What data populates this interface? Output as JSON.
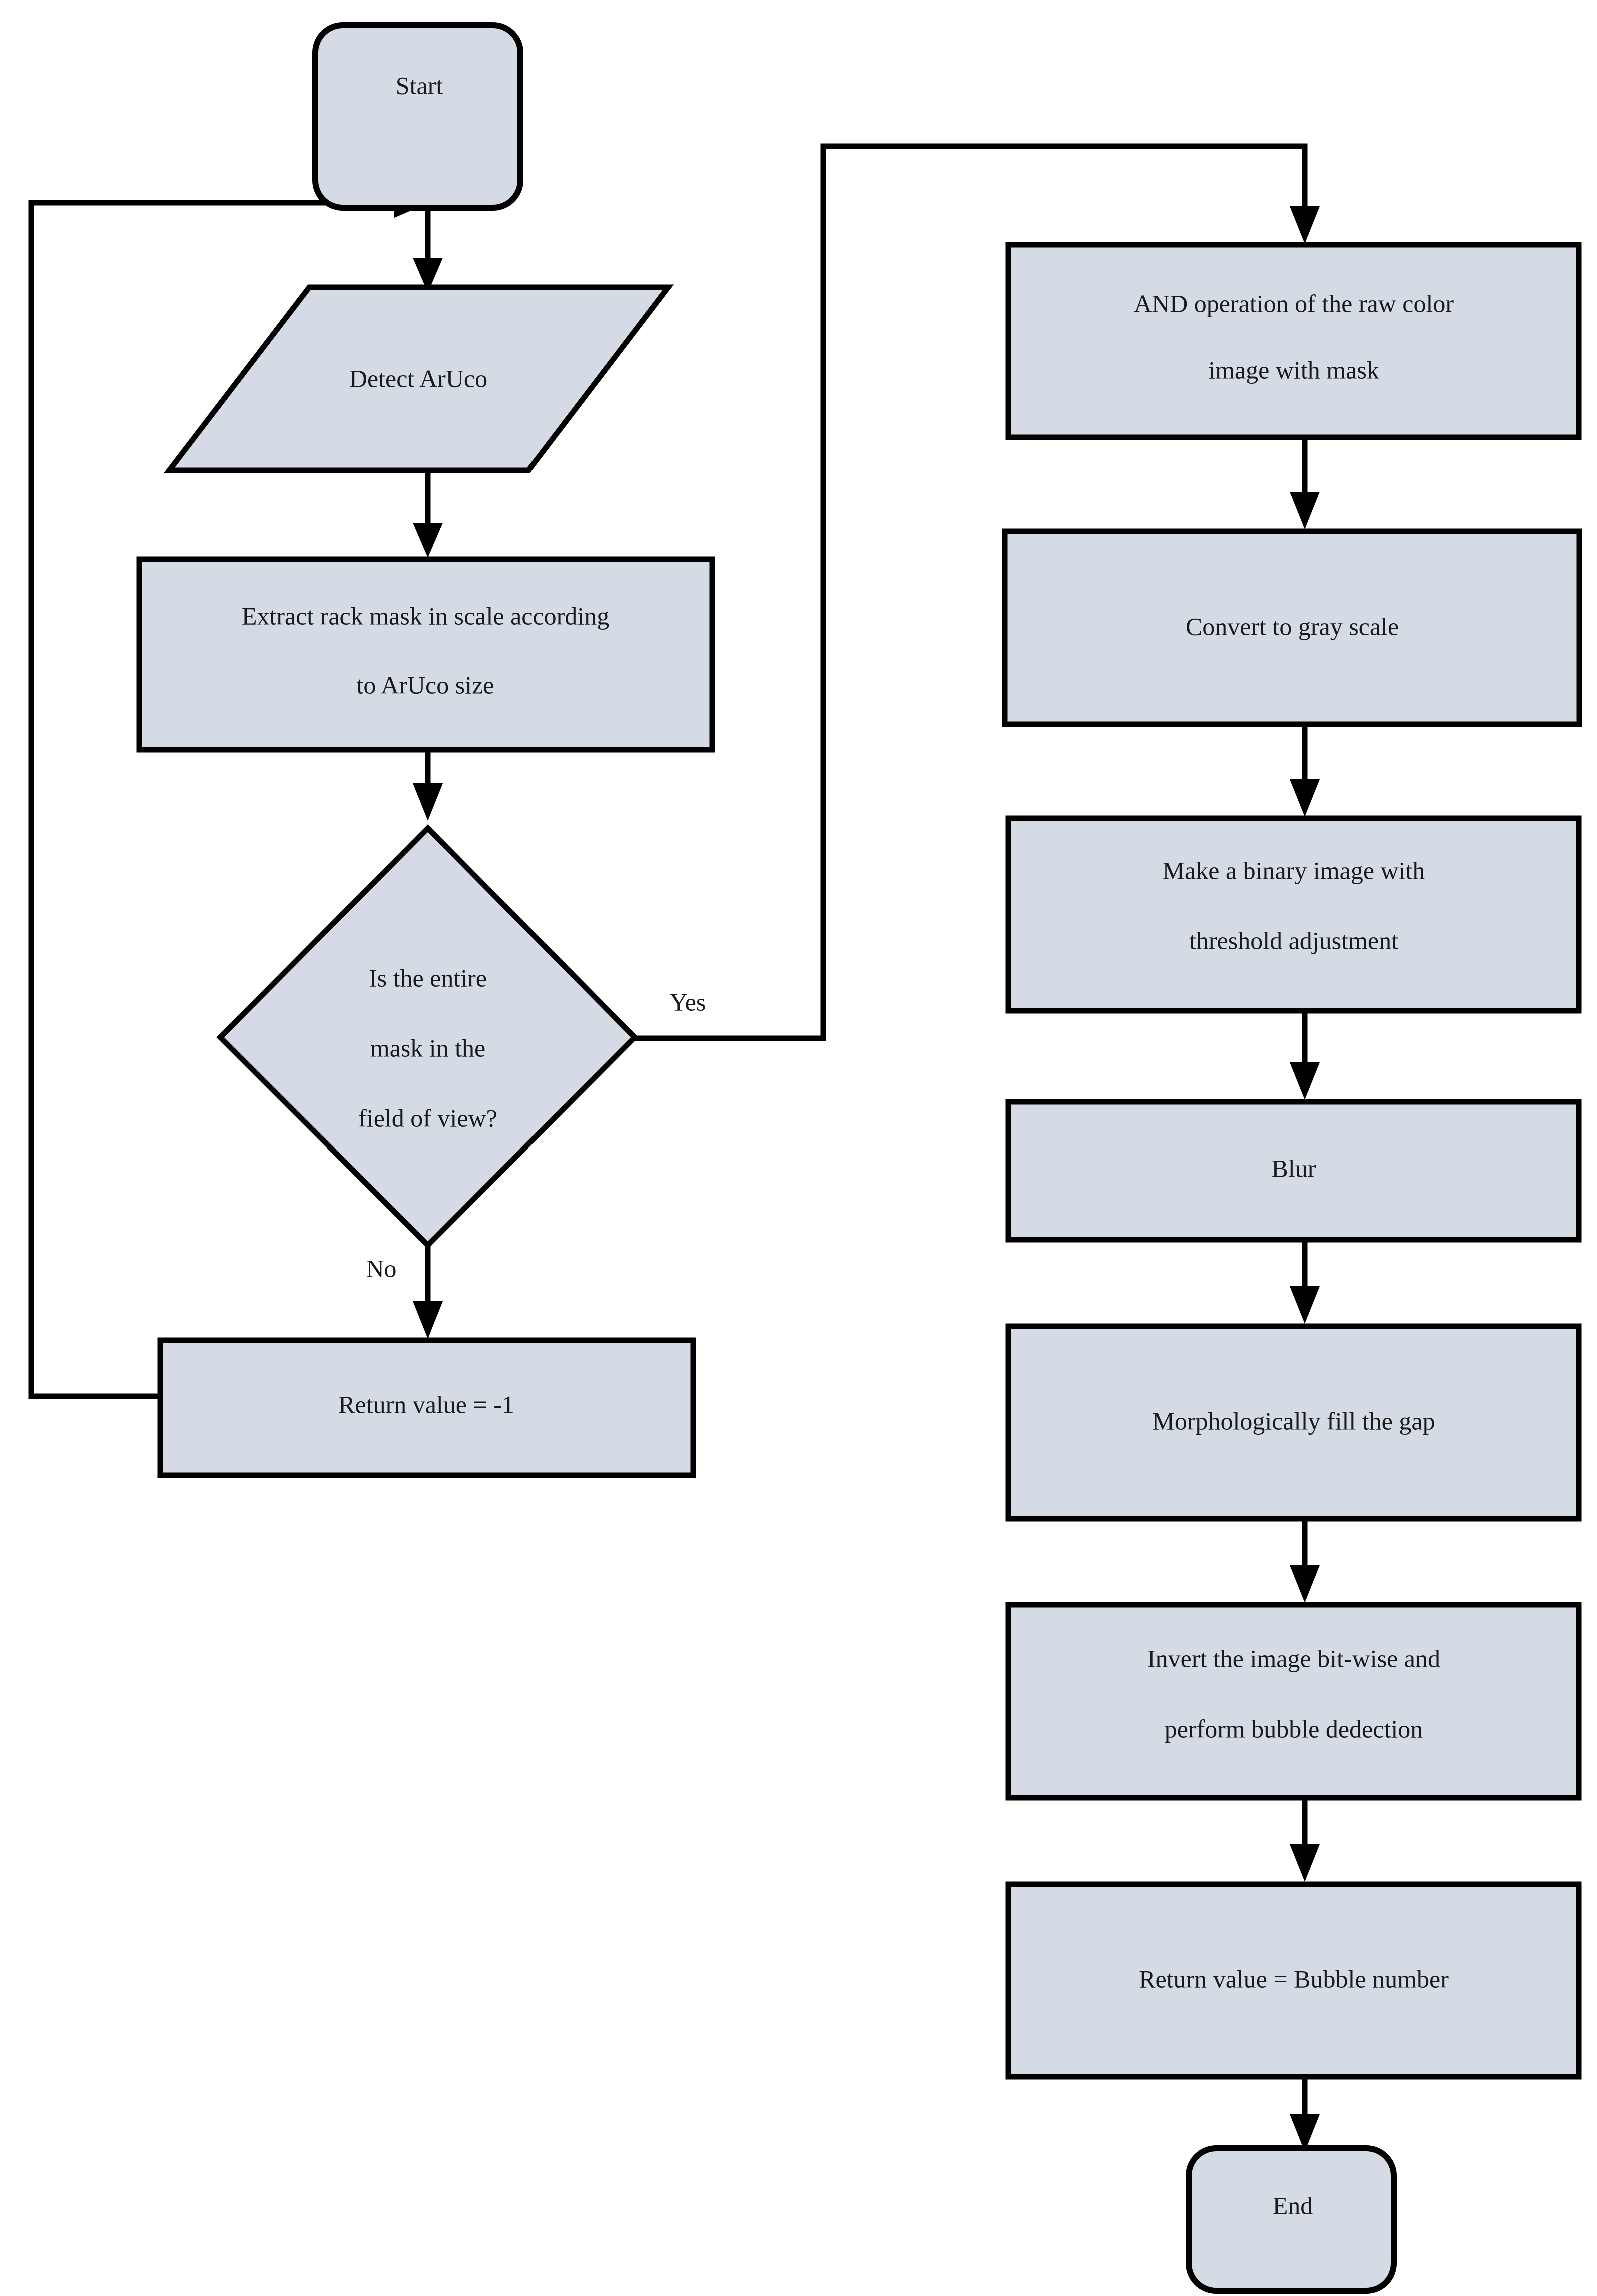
{
  "diagram": {
    "title": "Bubble detection flowchart",
    "style": {
      "node_fill": "#d5dbe5",
      "node_stroke": "#000000",
      "text_color": "#1a1a1a",
      "background": "#ffffff"
    },
    "nodes": [
      {
        "id": "start",
        "shape": "terminator",
        "lines": [
          "Start"
        ]
      },
      {
        "id": "detect",
        "shape": "parallelogram",
        "lines": [
          "Detect ArUco"
        ]
      },
      {
        "id": "extract",
        "shape": "process",
        "lines": [
          "Extract rack mask in scale according",
          "to ArUco size"
        ]
      },
      {
        "id": "decision",
        "shape": "decision",
        "lines": [
          "Is the entire",
          "mask in the",
          "field of view?"
        ]
      },
      {
        "id": "return_minus",
        "shape": "process",
        "lines": [
          "Return value = -1"
        ]
      },
      {
        "id": "and_op",
        "shape": "process",
        "lines": [
          "AND operation of the raw color",
          "image with mask"
        ]
      },
      {
        "id": "gray",
        "shape": "process",
        "lines": [
          "Convert to gray scale"
        ]
      },
      {
        "id": "binary",
        "shape": "process",
        "lines": [
          "Make a binary image with",
          "threshold adjustment"
        ]
      },
      {
        "id": "blur",
        "shape": "process",
        "lines": [
          "Blur"
        ]
      },
      {
        "id": "morph",
        "shape": "process",
        "lines": [
          "Morphologically fill the gap"
        ]
      },
      {
        "id": "invert",
        "shape": "process",
        "lines": [
          "Invert the image bit-wise and",
          "perform bubble dedection"
        ]
      },
      {
        "id": "return_bub",
        "shape": "process",
        "lines": [
          "Return value = Bubble number"
        ]
      },
      {
        "id": "end",
        "shape": "terminator",
        "lines": [
          "End"
        ]
      }
    ],
    "edge_labels": [
      {
        "id": "yes",
        "text": "Yes"
      },
      {
        "id": "no",
        "text": "No"
      }
    ],
    "edges": [
      {
        "from": "start",
        "to": "detect",
        "label": ""
      },
      {
        "from": "detect",
        "to": "extract",
        "label": ""
      },
      {
        "from": "extract",
        "to": "decision",
        "label": ""
      },
      {
        "from": "decision",
        "to": "and_op",
        "label": "Yes"
      },
      {
        "from": "decision",
        "to": "return_minus",
        "label": "No"
      },
      {
        "from": "return_minus",
        "to": "detect",
        "label": ""
      },
      {
        "from": "and_op",
        "to": "gray",
        "label": ""
      },
      {
        "from": "gray",
        "to": "binary",
        "label": ""
      },
      {
        "from": "binary",
        "to": "blur",
        "label": ""
      },
      {
        "from": "blur",
        "to": "morph",
        "label": ""
      },
      {
        "from": "morph",
        "to": "invert",
        "label": ""
      },
      {
        "from": "invert",
        "to": "return_bub",
        "label": ""
      },
      {
        "from": "return_bub",
        "to": "end",
        "label": ""
      }
    ]
  },
  "labels": {
    "start": "Start",
    "detect_aruco": "Detect ArUco",
    "extract_l1": "Extract rack mask in scale according",
    "extract_l2": "to ArUco size",
    "decision_l1": "Is the entire",
    "decision_l2": "mask in the",
    "decision_l3": "field of view?",
    "return_minus_one": "Return value = -1",
    "and_op_l1": "AND operation of the raw color",
    "and_op_l2": "image with mask",
    "gray": "Convert to gray scale",
    "binary_l1": "Make a binary image with",
    "binary_l2": "threshold adjustment",
    "blur": "Blur",
    "morph": "Morphologically fill the gap",
    "invert_l1": "Invert the image bit-wise and",
    "invert_l2": "perform bubble dedection",
    "return_bubble": "Return value = Bubble number",
    "end": "End",
    "yes": "Yes",
    "no": "No"
  }
}
